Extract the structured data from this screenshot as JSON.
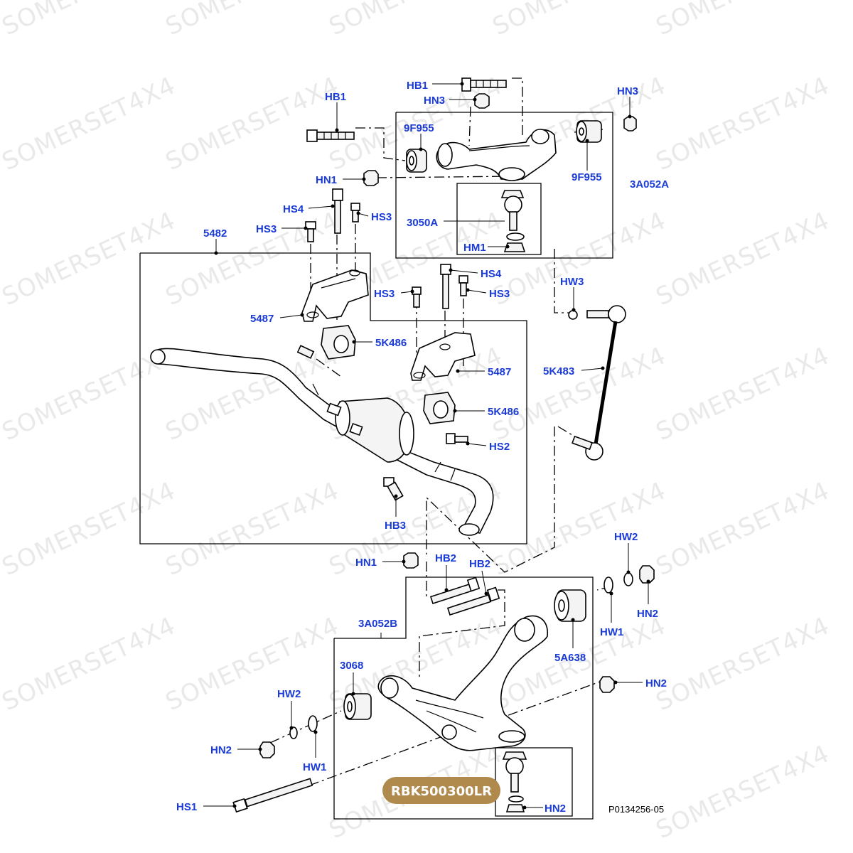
{
  "watermark": {
    "text": "SOMERSET4X4"
  },
  "part_labels": {
    "hb1_top": "HB1",
    "hn3_top": "HN3",
    "hn3_right": "HN3",
    "hb1_left": "HB1",
    "f9955_left": "9F955",
    "f9955_right": "9F955",
    "a3a052a": "3A052A",
    "hn1_top": "HN1",
    "hs4_left": "HS4",
    "hs3_a": "HS3",
    "hs3_b": "HS3",
    "a3050a": "3050A",
    "hm1": "HM1",
    "n5482": "5482",
    "hs4_mid": "HS4",
    "hs3_c": "HS3",
    "hs3_d": "HS3",
    "hw3": "HW3",
    "n5487_left": "5487",
    "n5k486_top": "5K486",
    "n5487_right": "5487",
    "n5k483": "5K483",
    "n5k486_bottom": "5K486",
    "hs2": "HS2",
    "hb3": "HB3",
    "hw2_right": "HW2",
    "hn1_bottom": "HN1",
    "hb2_a": "HB2",
    "hb2_b": "HB2",
    "hn2_right_top": "HN2",
    "a3a052b": "3A052B",
    "hw1_right": "HW1",
    "a3068": "3068",
    "a5a638": "5A638",
    "hn2_right_mid": "HN2",
    "hw2_left": "HW2",
    "hn2_left": "HN2",
    "hw1_left": "HW1",
    "hs1": "HS1",
    "hn2_bottom": "HN2"
  },
  "kit_badge": "RBK500300LR",
  "reference": "P0134256-05",
  "colors": {
    "label": "#1a3bd6",
    "badge": "#b08a4c",
    "watermark": "#e9e9e9"
  }
}
